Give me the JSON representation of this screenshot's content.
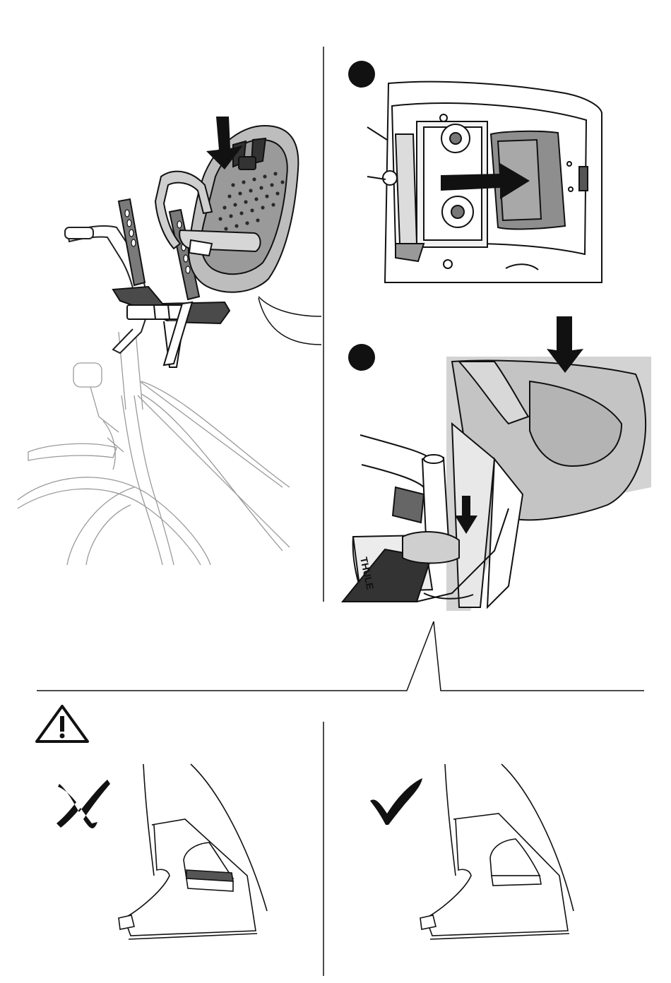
{
  "steps": [
    {
      "id": "step-1",
      "label": ""
    },
    {
      "id": "step-2",
      "label": ""
    }
  ],
  "seat_brand_text": "THULE",
  "warning_icon": "warning-triangle-icon",
  "incorrect_icon": "cross-mark-icon",
  "correct_icon": "check-mark-icon",
  "colors": {
    "ink": "#111111",
    "seat_dark": "#2a2a2a",
    "seat_gray": "#bdbdbd",
    "highlight": "#d3d3d3",
    "bike_line": "#8a8a8a",
    "tab_band": "#555555"
  }
}
